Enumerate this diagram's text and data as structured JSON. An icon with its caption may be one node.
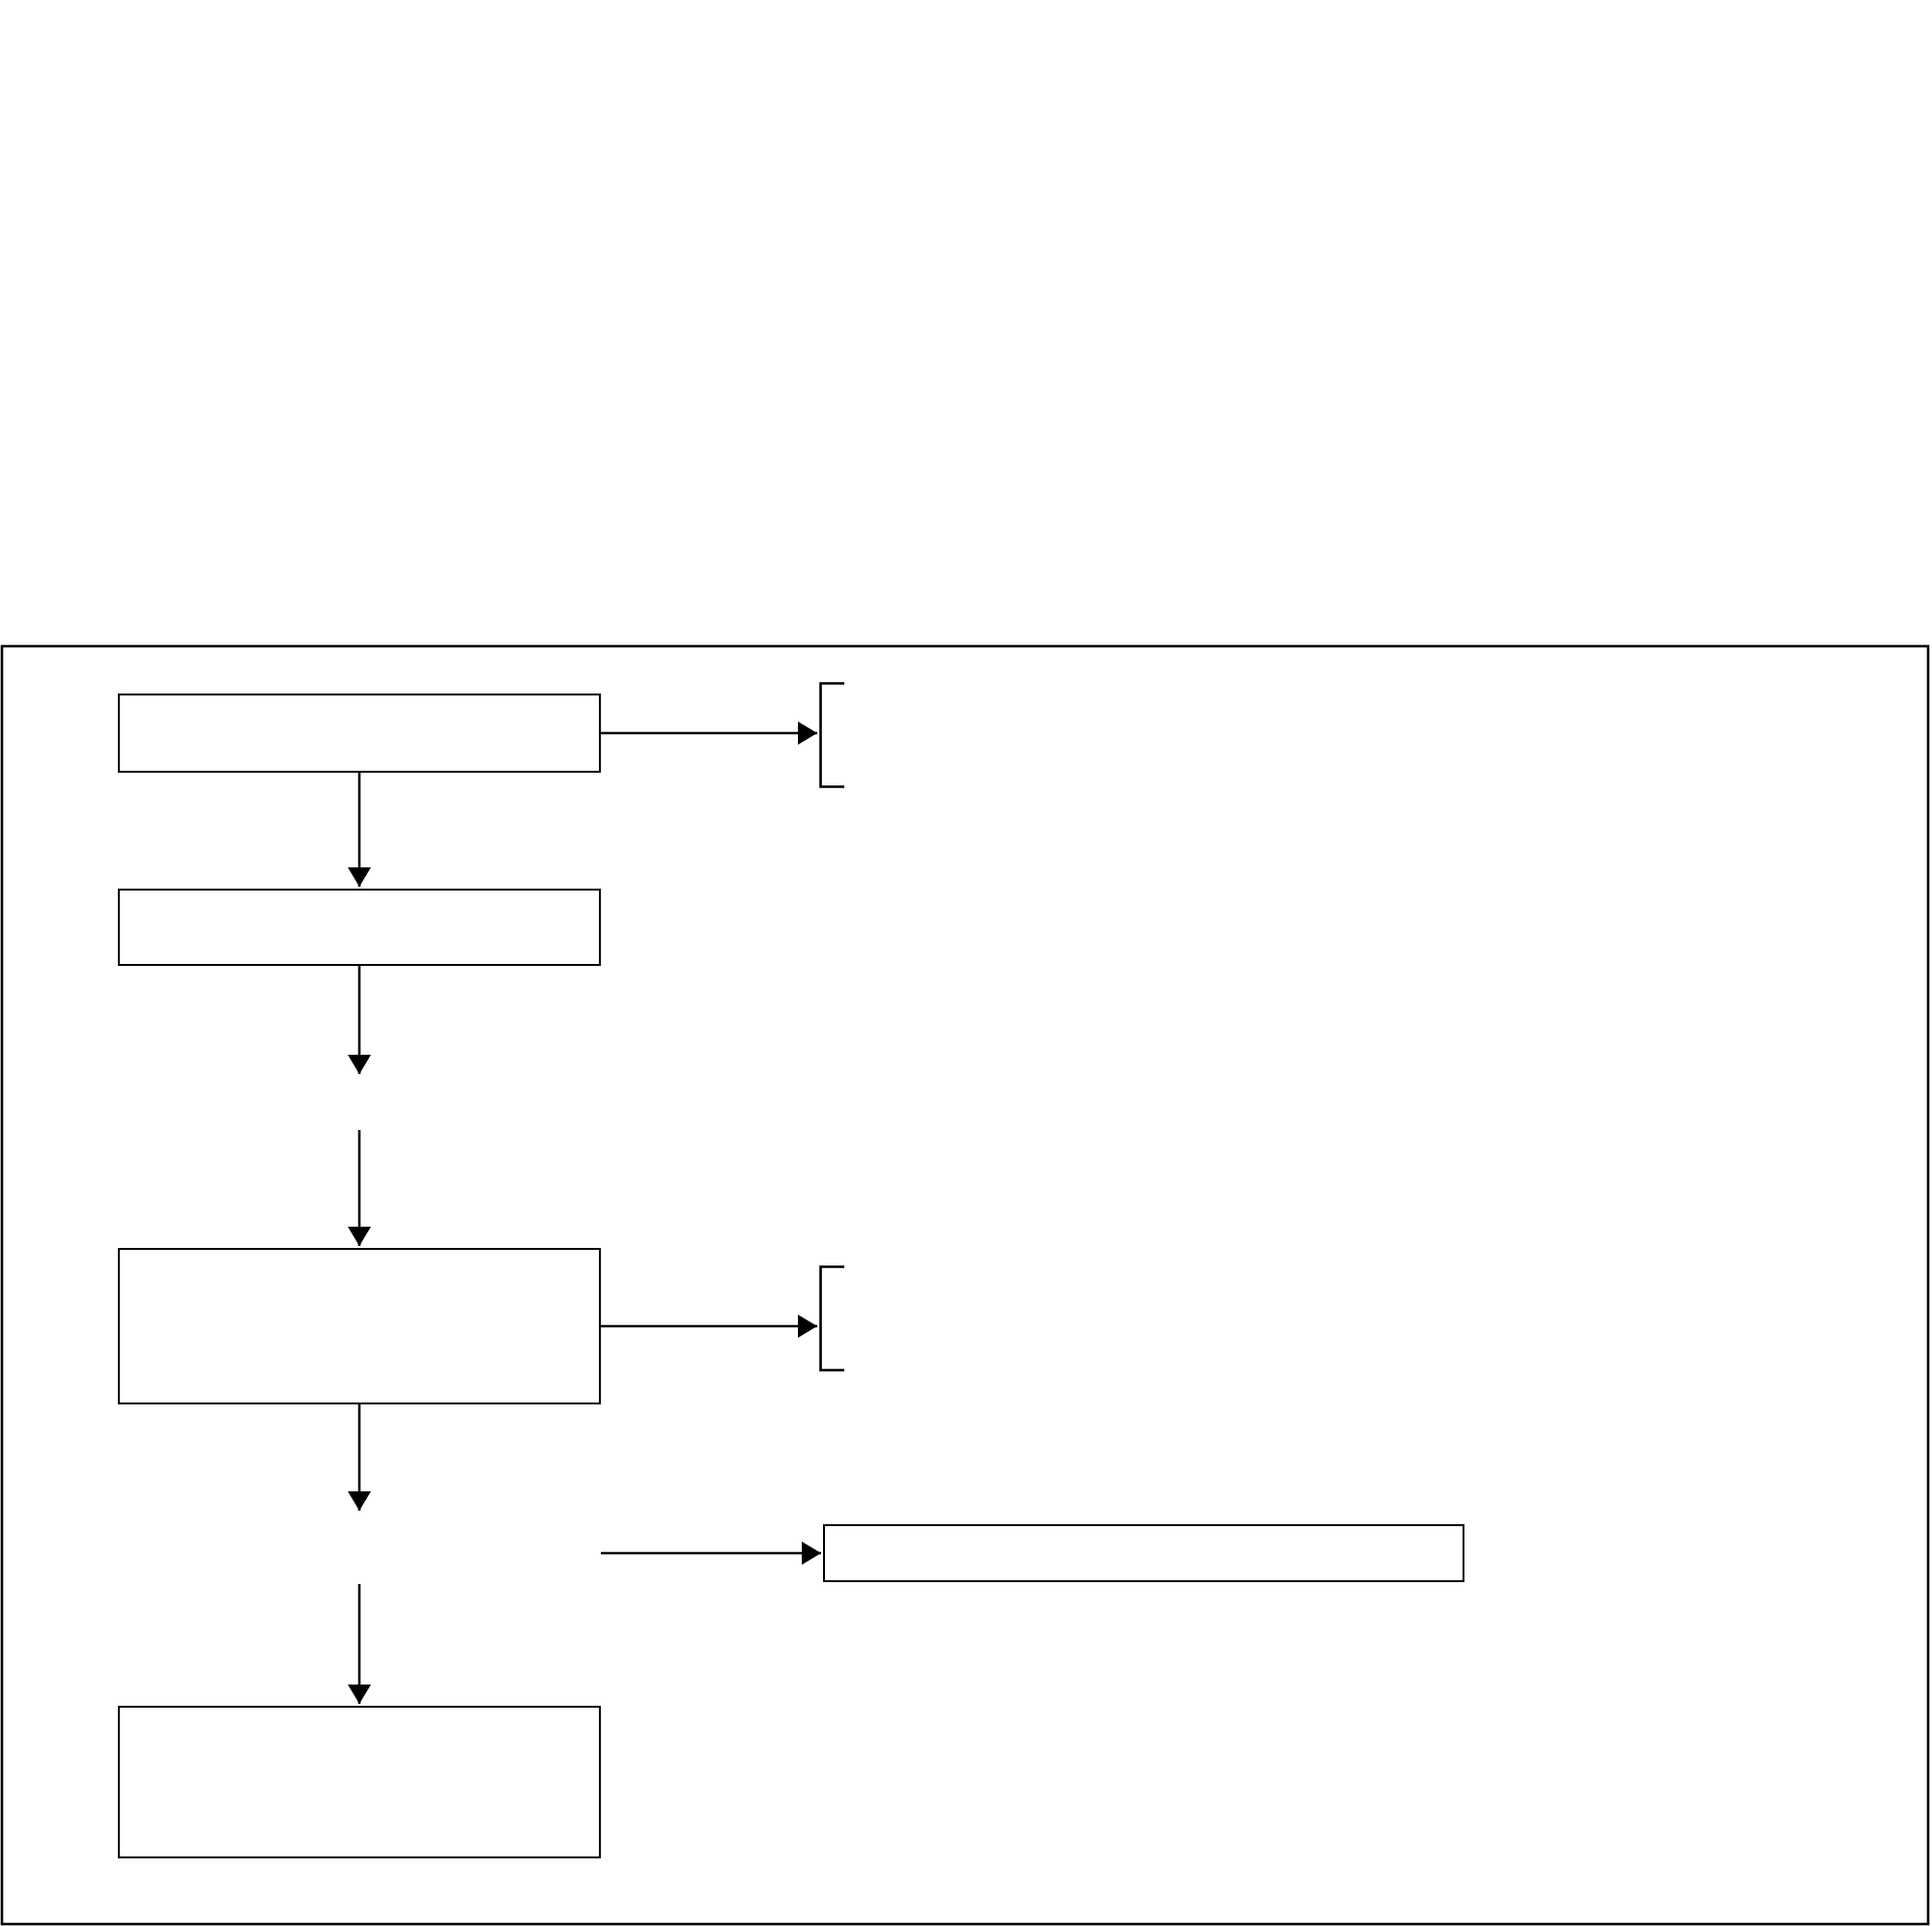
{
  "diagram": {
    "nodes": [
      {
        "text": [],
        "shape": "box"
      },
      {
        "text": [],
        "shape": "bracket"
      },
      {
        "text": [],
        "shape": "box"
      },
      {
        "text": [],
        "shape": "box"
      },
      {
        "text": [],
        "shape": "bracket"
      },
      {
        "text": [],
        "shape": "box"
      },
      {
        "text": [],
        "shape": "box"
      }
    ],
    "edges": [
      {
        "from": 0,
        "to": 1,
        "arrow": "to"
      },
      {
        "from": 0,
        "to": 2,
        "arrow": "to"
      },
      {
        "from": 2,
        "to": null,
        "arrow": "to"
      },
      {
        "from": null,
        "to": 3,
        "arrow": "to"
      },
      {
        "from": 3,
        "to": 4,
        "arrow": "to"
      },
      {
        "from": 3,
        "to": null,
        "arrow": "to"
      },
      {
        "from": null,
        "to": 5,
        "arrow": "to"
      },
      {
        "from": null,
        "to": 6,
        "arrow": "to"
      }
    ]
  }
}
